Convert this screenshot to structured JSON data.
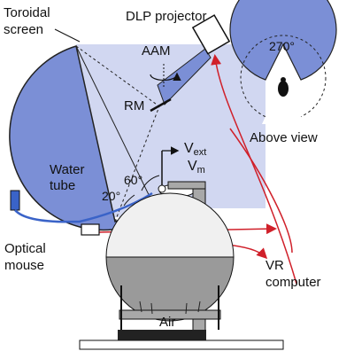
{
  "labels": {
    "toroidal_screen": [
      "Toroidal",
      "screen"
    ],
    "dlp_projector": "DLP projector",
    "aam": "AAM",
    "rm": "RM",
    "above_view_angle": "270°",
    "above_view": "Above view",
    "v_ext": "V",
    "v_ext_sub": "ext",
    "v_m": "V",
    "v_m_sub": "m",
    "water_tube": [
      "Water",
      "tube"
    ],
    "angle_60": "60°",
    "angle_20": "20°",
    "optical_mouse": [
      "Optical",
      "mouse"
    ],
    "vr_computer": [
      "VR",
      "computer"
    ],
    "air": "Air"
  },
  "colors": {
    "screen_fill": "#7b8fd6",
    "projection_light": "#ccd3f0",
    "ball_gray": "#9a9a9a",
    "ball_light": "#f0f0f0",
    "signal_red": "#d0202a",
    "tube_blue": "#3a63c8",
    "stand_gray": "#a8a8a8",
    "base_dark": "#222222"
  },
  "icons": {
    "projector": "projector-icon",
    "mirror_rm": "mirror-icon",
    "mouse_topview": "mouse-icon",
    "optical_sensor": "optical-sensor-icon",
    "water_reservoir": "water-reservoir-icon",
    "electrode": "electrode-icon"
  }
}
